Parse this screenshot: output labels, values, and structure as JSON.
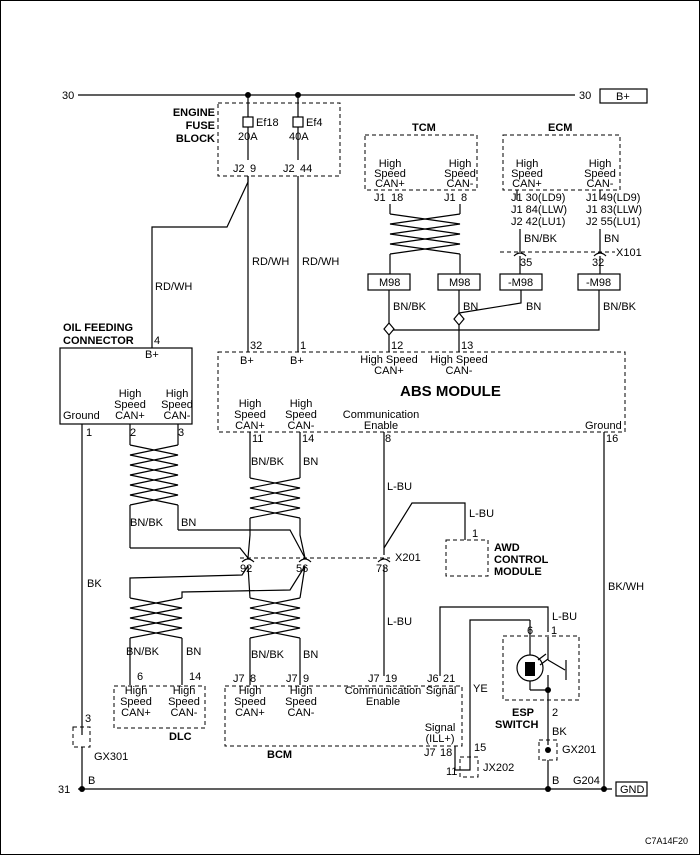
{
  "power": {
    "left_pin": "30",
    "right_pin": "30",
    "label": "B+"
  },
  "ground_bus": {
    "left_pin": "31",
    "label": "GND"
  },
  "fuse_block": {
    "line1": "ENGINE",
    "line2": "FUSE",
    "line3": "BLOCK",
    "fuse1": {
      "name": "Ef18",
      "rating": "20A",
      "conn": "J2",
      "pin": "9"
    },
    "fuse2": {
      "name": "Ef4",
      "rating": "40A",
      "conn": "J2",
      "pin": "44"
    }
  },
  "tcm": {
    "title": "TCM",
    "pin_l": {
      "l1": "High",
      "l2": "Speed",
      "l3": "CAN+",
      "conn": "J1",
      "pin": "18"
    },
    "pin_r": {
      "l1": "High",
      "l2": "Speed",
      "l3": "CAN-",
      "conn": "J1",
      "pin": "8"
    }
  },
  "ecm": {
    "title": "ECM",
    "pin_l": {
      "l1": "High",
      "l2": "Speed",
      "l3": "CAN+",
      "r1": "J1  30(LD9)",
      "r2": "J1  84(LLW)",
      "r3": "J2  42(LU1)"
    },
    "pin_r": {
      "l1": "High",
      "l2": "Speed",
      "l3": "CAN-",
      "r1": "J1  49(LD9)",
      "r2": "J1  83(LLW)",
      "r3": "J2  55(LU1)"
    }
  },
  "wires": {
    "rd_wh": "RD/WH",
    "bn_bk": "BN/BK",
    "bn": "BN",
    "l_bu": "L-BU",
    "bk": "BK",
    "bk_wh": "BK/WH",
    "ye": "YE"
  },
  "x101": {
    "name": "X101",
    "pin_l": "35",
    "pin_r": "32"
  },
  "m98": {
    "a": "M98",
    "b": "M98",
    "c": "-M98",
    "d": "-M98"
  },
  "oil": {
    "line1": "OIL FEEDING",
    "line2": "CONNECTOR",
    "bplus": "B+",
    "pin_bplus": "4",
    "ground": "Ground",
    "can_h": "High",
    "can_s": "Speed",
    "can_p": "CAN+",
    "can_m": "CAN-",
    "pin1": "1",
    "pin2": "2",
    "pin3": "3"
  },
  "abs": {
    "title": "ABS MODULE",
    "bplus": "B+",
    "pin32": "32",
    "pin1": "1",
    "pin12": "12",
    "pin13": "13",
    "hs_top": "High Speed",
    "canp": "CAN+",
    "canm": "CAN-",
    "high": "High",
    "speed": "Speed",
    "pin11": "11",
    "pin14": "14",
    "comm1": "Communication",
    "comm2": "Enable",
    "pin8": "8",
    "ground": "Ground",
    "pin16": "16"
  },
  "x201": {
    "name": "X201",
    "pin92": "92",
    "pin56": "56",
    "pin73": "73"
  },
  "awd": {
    "line1": "AWD",
    "line2": "CONTROL",
    "line3": "MODULE",
    "pin": "1"
  },
  "dlc": {
    "title": "DLC",
    "pin6": "6",
    "pin14": "14",
    "high": "High",
    "speed": "Speed",
    "canp": "CAN+",
    "canm": "CAN-"
  },
  "bcm": {
    "title": "BCM",
    "j7a": "J7",
    "p8": "8",
    "j7b": "J7",
    "p9": "9",
    "j7c": "J7",
    "p19": "19",
    "j6": "J6",
    "p21": "21",
    "high": "High",
    "speed": "Speed",
    "canp": "CAN+",
    "canm": "CAN-",
    "comm1": "Communication",
    "comm2": "Enable",
    "signal": "Signal",
    "sig_ill1": "Signal",
    "sig_ill2": "(ILL+)",
    "j7d": "J7",
    "p18": "18"
  },
  "esp": {
    "line1": "ESP",
    "line2": "SWITCH",
    "pin6": "6",
    "pin1": "1",
    "pin2": "2"
  },
  "grounds": {
    "gx301": "GX301",
    "gx301_pin": "3",
    "gx201": "GX201",
    "jx202": "JX202",
    "jx202_p15": "15",
    "jx202_p11": "11",
    "b_left": "B",
    "b_right": "B",
    "g204": "G204"
  },
  "figure_id": "C7A14F20"
}
